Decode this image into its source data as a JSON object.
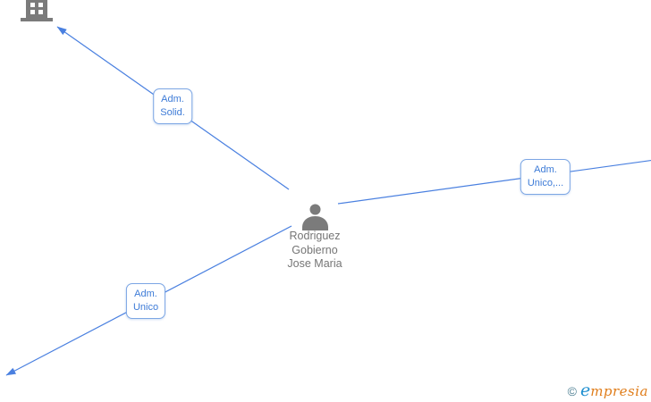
{
  "diagram": {
    "type": "network-graph",
    "center_node": {
      "icon": "person-icon",
      "name": "Rodriguez\nGobierno\nJose Maria"
    },
    "building_node": {
      "icon": "building-icon"
    },
    "edges": [
      {
        "label_line1": "Adm.",
        "label_line2": "Solid.",
        "direction": "center-to-top-left-building"
      },
      {
        "label_line1": "Adm.",
        "label_line2": "Unico,...",
        "direction": "center-to-right-offscreen"
      },
      {
        "label_line1": "Adm.",
        "label_line2": "Unico",
        "direction": "center-to-bottom-left-offscreen"
      }
    ]
  },
  "watermark": {
    "copyright": "©",
    "brand_first_letter": "e",
    "brand_rest": "mpresia"
  },
  "colors": {
    "edge_blue": "#4A80E0",
    "label_border": "#7CA6E4",
    "label_text": "#3D7BD7",
    "node_gray": "#7B7B7B",
    "name_text_gray": "#757575",
    "watermark_copyright": "#4A7D91",
    "watermark_e_blue": "#1E8FD0",
    "watermark_orange": "#E07D1A"
  }
}
